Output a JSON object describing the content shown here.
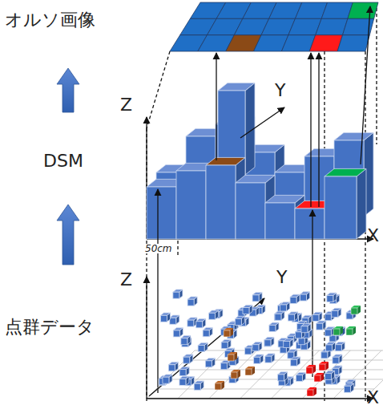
{
  "diagram": {
    "labels": [
      "オルソ画像",
      "DSM",
      "点群データ",
      "Z",
      "Y",
      "X",
      "50cm",
      "Z",
      "Y",
      "X"
    ]
  }
}
